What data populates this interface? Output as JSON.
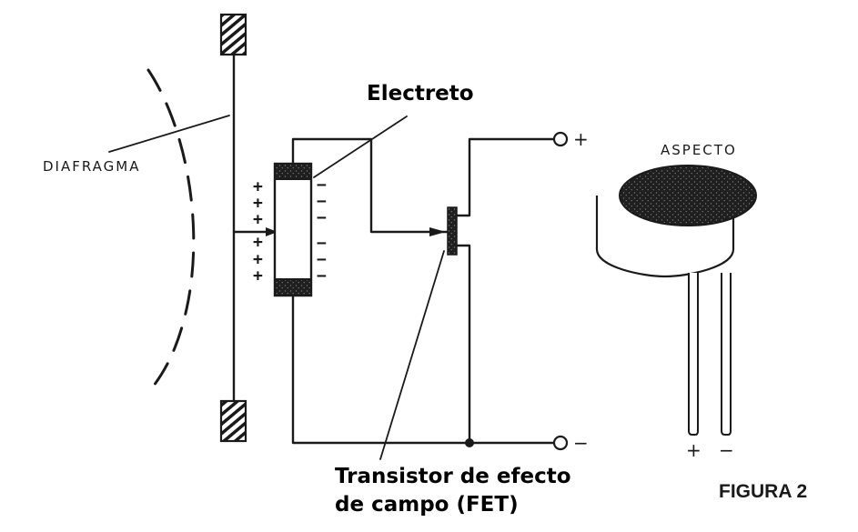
{
  "figure": {
    "title": "FIGURA 2",
    "labels": {
      "diaphragm": "DIAFRAGMA",
      "electret": "Electreto",
      "fet_line1": "Transistor de efecto",
      "fet_line2": "de campo (FET)",
      "appearance": "ASPECTO"
    },
    "terminals": {
      "positive": "+",
      "negative": "−"
    },
    "pins": {
      "left": "+",
      "right": "−"
    },
    "charges": {
      "left_symbol": "+",
      "right_symbol": "−",
      "left_count": 6,
      "right_count": 6
    },
    "colors": {
      "ink": "#1a1a1a",
      "background": "#ffffff"
    }
  }
}
